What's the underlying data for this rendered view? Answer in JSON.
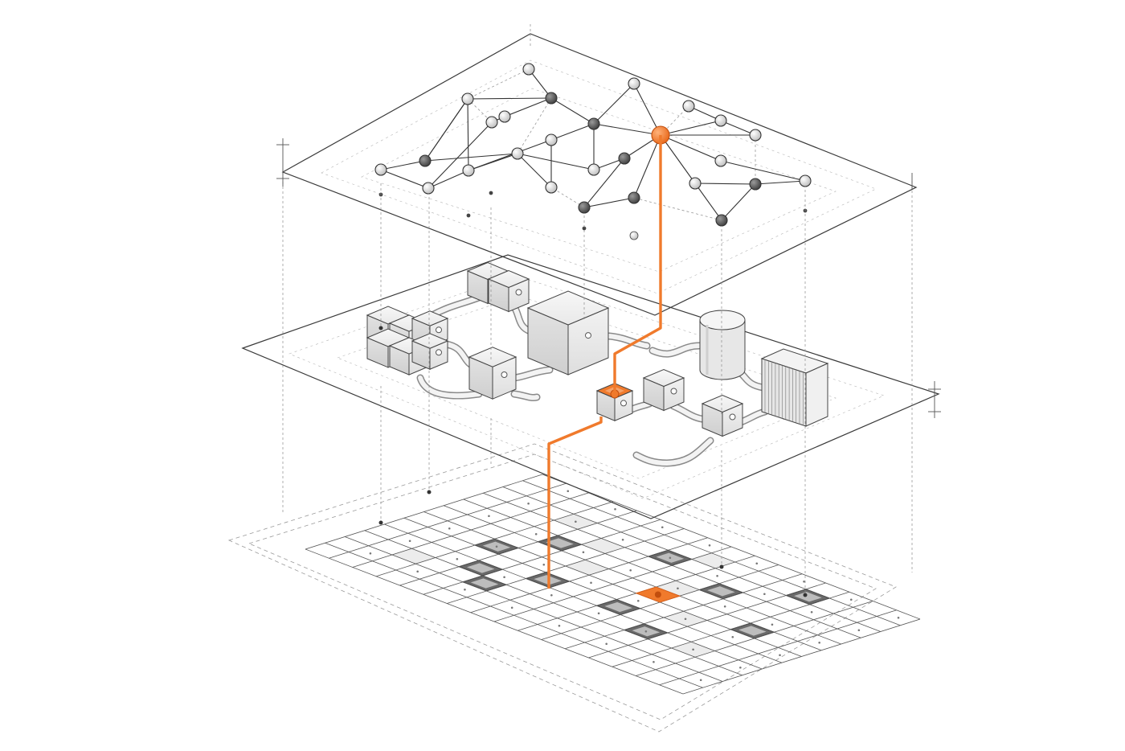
{
  "colors": {
    "accent": "#f07a2c",
    "ink": "#333333",
    "node_light": "#e4e4e4",
    "node_dark": "#5a5a5a",
    "hole": "#6a6a6a"
  },
  "network": {
    "nodes": [
      {
        "id": "n1",
        "tone": "light"
      },
      {
        "id": "n2",
        "tone": "light"
      },
      {
        "id": "n3",
        "tone": "dark"
      },
      {
        "id": "n4",
        "tone": "light"
      },
      {
        "id": "n5",
        "tone": "dark"
      },
      {
        "id": "n6",
        "tone": "light"
      },
      {
        "id": "n7",
        "tone": "light"
      },
      {
        "id": "n8",
        "tone": "accent"
      },
      {
        "id": "n9",
        "tone": "light"
      },
      {
        "id": "n10",
        "tone": "light"
      },
      {
        "id": "n11",
        "tone": "light"
      },
      {
        "id": "n12",
        "tone": "light"
      },
      {
        "id": "n13",
        "tone": "dark"
      },
      {
        "id": "n14",
        "tone": "light"
      },
      {
        "id": "n15",
        "tone": "light"
      },
      {
        "id": "n16",
        "tone": "dark"
      },
      {
        "id": "n17",
        "tone": "light"
      },
      {
        "id": "n18",
        "tone": "light"
      },
      {
        "id": "n19",
        "tone": "dark"
      },
      {
        "id": "n20",
        "tone": "dark"
      },
      {
        "id": "n21",
        "tone": "light"
      },
      {
        "id": "n22",
        "tone": "dark"
      },
      {
        "id": "n23",
        "tone": "light"
      },
      {
        "id": "n24",
        "tone": "light"
      },
      {
        "id": "n25",
        "tone": "dark"
      },
      {
        "id": "n26",
        "tone": "light"
      },
      {
        "id": "n27",
        "tone": "light"
      }
    ]
  },
  "grid": {
    "rows": 12,
    "cols": 16,
    "highlighted_cell": {
      "row": 6,
      "col": 9
    }
  }
}
